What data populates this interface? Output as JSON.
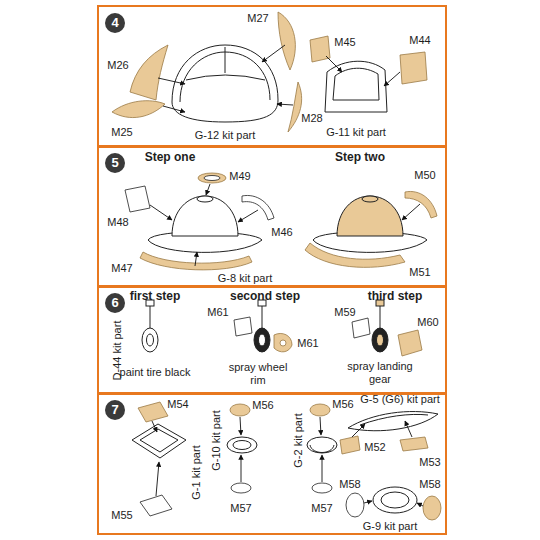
{
  "diagram": {
    "nodes": [
      {
        "text": [
          "4"
        ]
      },
      {
        "text": [
          "5"
        ]
      },
      {
        "text": [
          "6"
        ]
      },
      {
        "text": [
          "7"
        ]
      }
    ],
    "labels": [
      "M26",
      "M27",
      "M45",
      "M44",
      "M25",
      "G-12 kit part",
      "M28",
      "G-11 kit part",
      "Step one",
      "Step two",
      "M49",
      "M48",
      "M46",
      "M50",
      "M47",
      "G-8 kit part",
      "M51",
      "first step",
      "second step",
      "third step",
      "M61",
      "M59",
      "M60",
      "D-44 kit part",
      "paint tire black",
      "spray wheel rim",
      "M61",
      "spray landing gear",
      "M54",
      "M56",
      "M56",
      "G-5 (G6) kit part",
      "G-1 kit part",
      "G-10 kit part",
      "G-2 kit part",
      "M52",
      "M53",
      "M57",
      "M57",
      "M55",
      "M58",
      "M58",
      "G-9 kit part"
    ]
  }
}
